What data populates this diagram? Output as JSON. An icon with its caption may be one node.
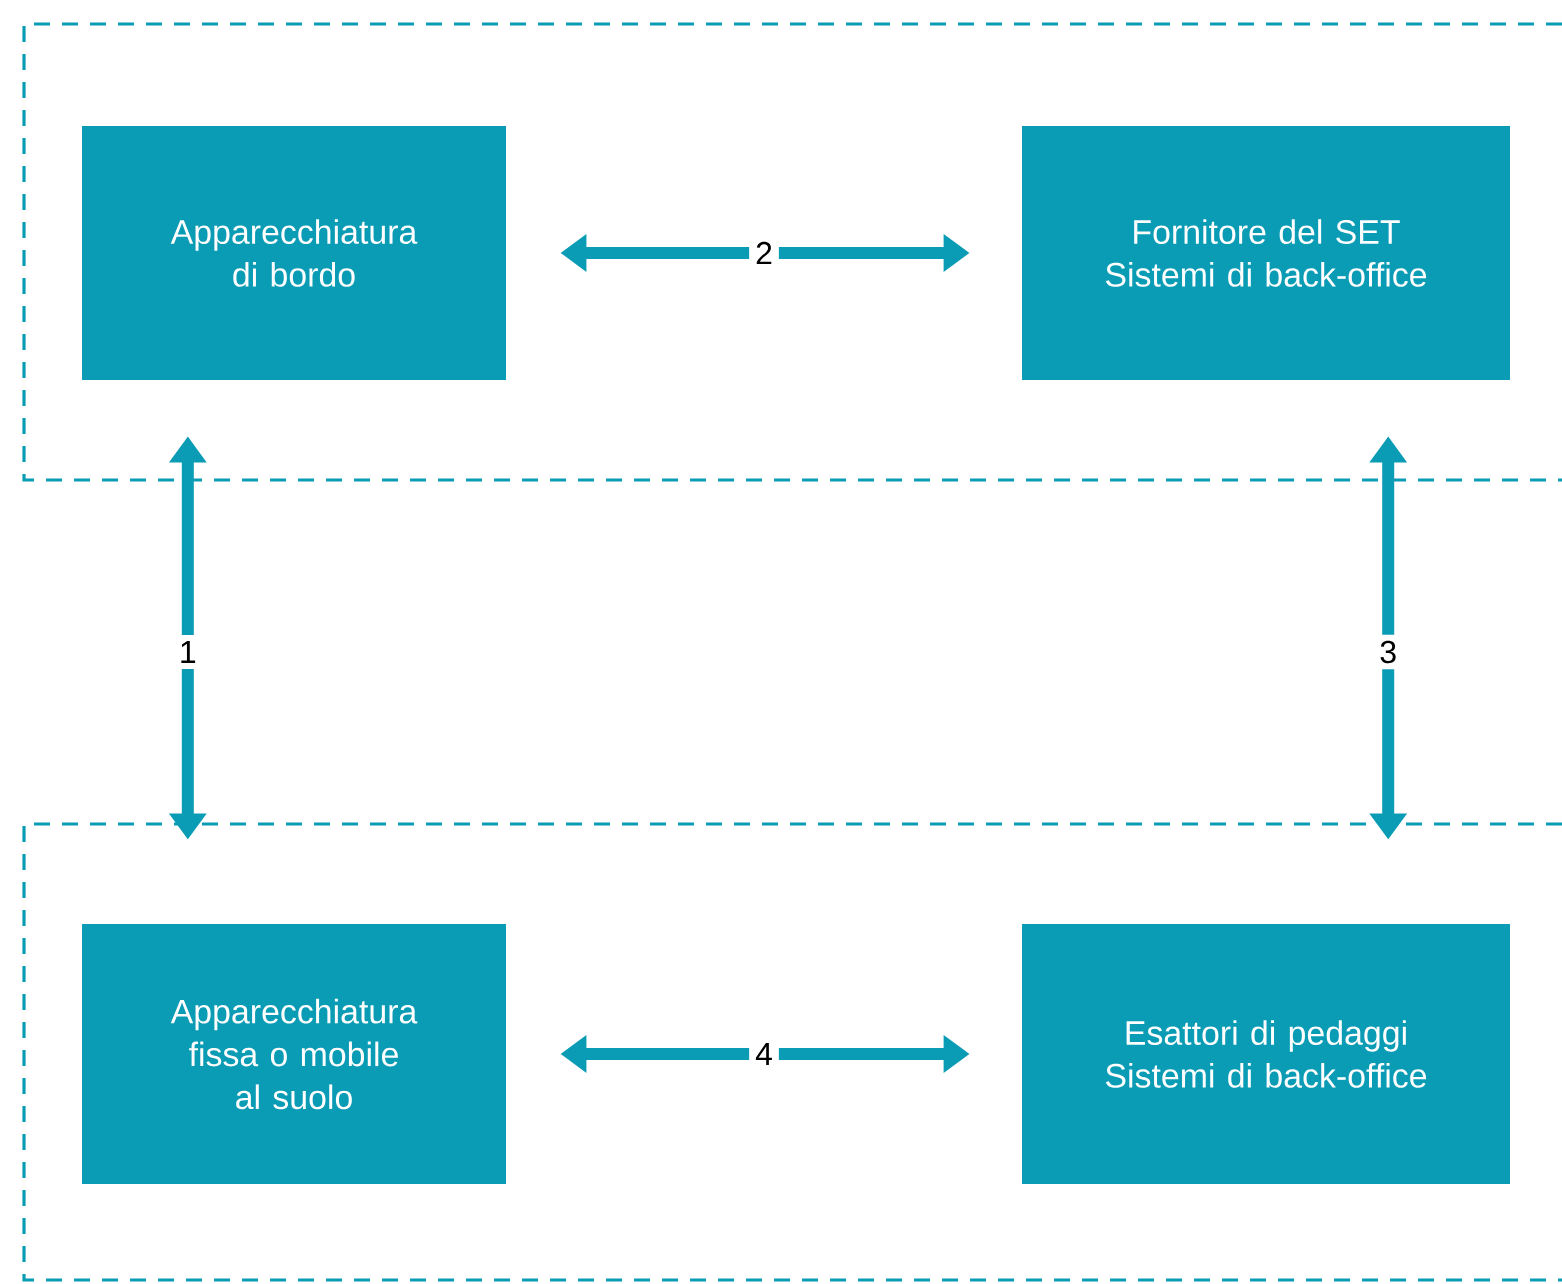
{
  "diagram": {
    "nodes": [
      {
        "text": [],
        "shape": "box"
      },
      {
        "text": [
          "Apparecchiatura di bordo"
        ],
        "in": 0
      },
      {
        "text": [
          "Fornitore del SET Sistemi di back-office"
        ],
        "in": 0
      },
      {
        "text": [],
        "shape": "box"
      },
      {
        "text": [
          "Apparecchiatura fissa o mobile al suolo"
        ],
        "in": 3
      },
      {
        "text": [
          "Esattori di pedaggi Sistemi di back-office"
        ],
        "in": 3
      }
    ],
    "edges": [
      {
        "from": 1,
        "to": 2,
        "arrow": "both",
        "label": "2"
      },
      {
        "from": 1,
        "to": 4,
        "arrow": "both",
        "label": "1"
      },
      {
        "from": 2,
        "to": 5,
        "arrow": "both",
        "label": "3"
      },
      {
        "from": 4,
        "to": 5,
        "arrow": "both",
        "label": "4"
      }
    ]
  }
}
